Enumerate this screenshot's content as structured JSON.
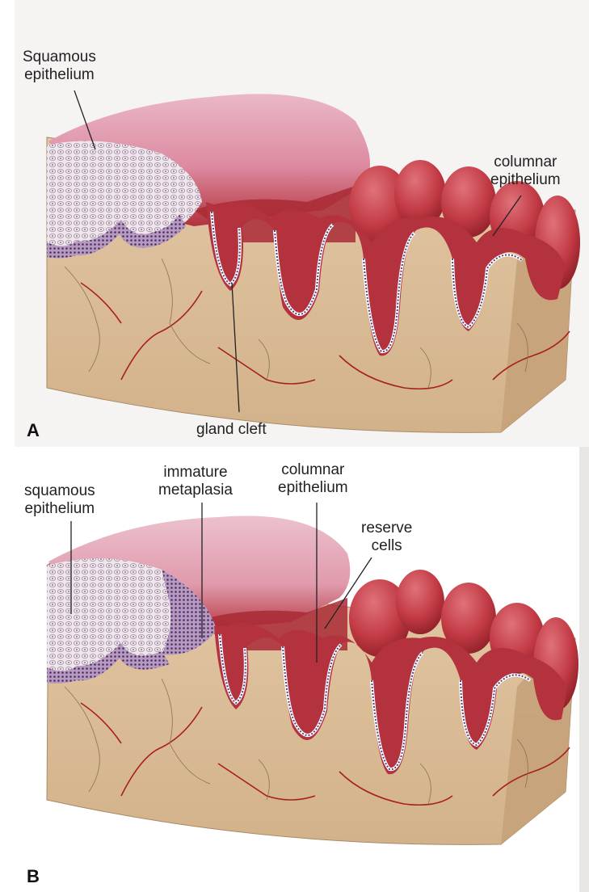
{
  "panels": {
    "a": {
      "letter": "A",
      "labels": {
        "squamous": [
          "Squamous",
          "epithelium"
        ],
        "columnar": [
          "columnar",
          "epithelium"
        ],
        "gland_cleft": "gland cleft"
      }
    },
    "b": {
      "letter": "B",
      "labels": {
        "squamous": [
          "squamous",
          "epithelium"
        ],
        "immature": [
          "immature",
          "metaplasia"
        ],
        "columnar": [
          "columnar",
          "epithelium"
        ],
        "reserve": [
          "reserve",
          "cells"
        ]
      }
    }
  },
  "colors": {
    "stroma": "#dcc09c",
    "stroma_dark": "#c9a57d",
    "mucosa_light": "#e9a9b8",
    "mucosa_dark": "#b3303a",
    "villus": "#c4404a",
    "epithelium_line": "#5b3f7c",
    "vessel": "#a8201e",
    "squamous_dots": "#7a5a8a"
  }
}
